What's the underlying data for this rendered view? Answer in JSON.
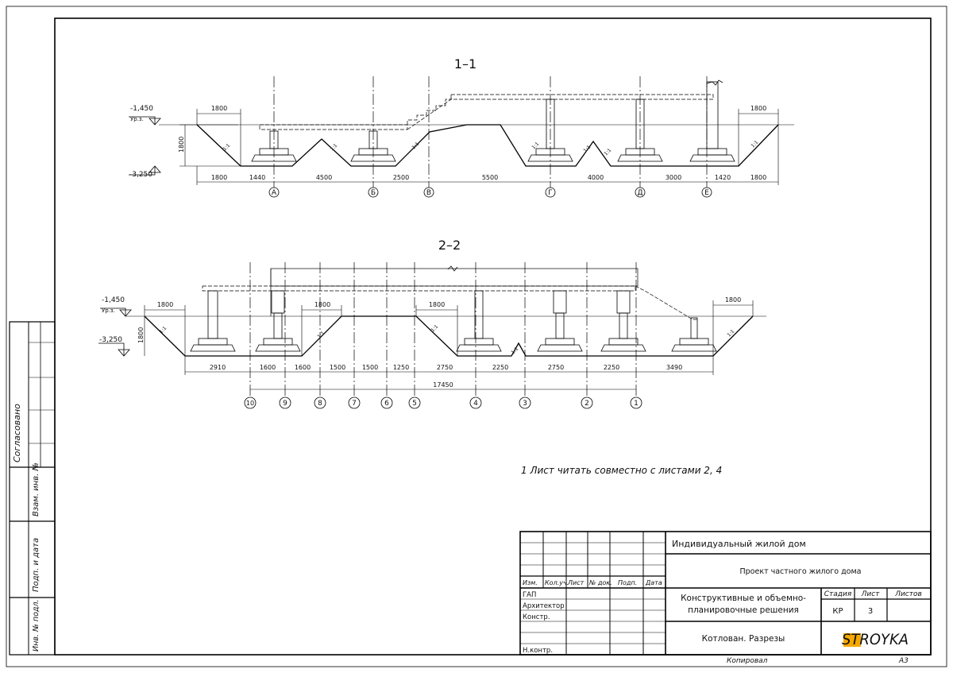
{
  "sections": [
    {
      "title": "1–1",
      "levels": {
        "top": "-1,450",
        "top_sub": "Ур.з.",
        "bottom": "-3,250"
      },
      "depth": "1800",
      "top_dims": [
        "1800",
        "1800"
      ],
      "bottom_dims": [
        "1800",
        "1440",
        "4500",
        "2500",
        "5500",
        "4000",
        "3000",
        "1420",
        "1800"
      ],
      "axes": [
        "А",
        "Б",
        "В",
        "Г",
        "Д",
        "Е"
      ],
      "slope": "1:1"
    },
    {
      "title": "2–2",
      "levels": {
        "top": "-1,450",
        "top_sub": "Ур.з.",
        "bottom": "-3,250"
      },
      "depth": "1800",
      "top_dims": [
        "1800",
        "1800",
        "1800",
        "1800"
      ],
      "bottom_dims": [
        "2910",
        "1600",
        "1600",
        "1500",
        "1500",
        "1250",
        "2750",
        "2250",
        "2750",
        "2250",
        "3490"
      ],
      "total": "17450",
      "axes": [
        "10",
        "9",
        "8",
        "7",
        "6",
        "5",
        "4",
        "3",
        "2",
        "1"
      ],
      "slope": "1:1"
    }
  ],
  "note": "1  Лист читать совместно с листами 2, 4",
  "side": {
    "agreed": "Согласовано",
    "inv_num": "Взам. инв. №",
    "sign_date": "Подп. и дата",
    "inv_orig": "Инв. № подл."
  },
  "stamp": {
    "headers": [
      "Изм.",
      "Кол.уч.",
      "Лист",
      "№ док.",
      "Подп.",
      "Дата"
    ],
    "roles": [
      "ГАП",
      "Архитектор",
      "Констр.",
      "",
      "Н.контр."
    ],
    "object": "Индивидуальный жилой дом",
    "project": "Проект частного жилого дома",
    "section": [
      "Конструктивные и объемно-",
      "планировочные решения"
    ],
    "sheet_title": "Котлован. Разрезы",
    "stage_label": "Стадия",
    "sheet_label": "Лист",
    "sheets_label": "Листов",
    "stage": "КР",
    "sheet": "3",
    "sheets": "",
    "logo": "STROYKA",
    "copied": "Копировал",
    "format": "А3",
    "logo_color": "#f5a800"
  }
}
